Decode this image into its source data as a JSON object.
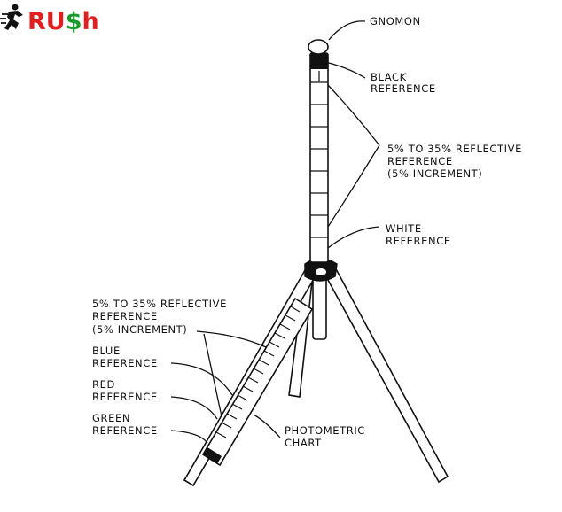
{
  "logo": {
    "text_part1": "RU",
    "text_part2": "$",
    "text_part3": "h",
    "colors": {
      "red": "#e02020",
      "green": "#1a9a2a",
      "icon": "#111111"
    },
    "icon": "running-figure-icon"
  },
  "labels": {
    "gnomon": "GNOMON",
    "black_ref": [
      "BLACK",
      "REFERENCE"
    ],
    "reflective_top": [
      "5% TO 35% REFLECTIVE",
      "REFERENCE",
      "(5% INCREMENT)"
    ],
    "white_ref": [
      "WHITE",
      "REFERENCE"
    ],
    "reflective_left": [
      "5% TO 35% REFLECTIVE",
      "REFERENCE",
      "(5% INCREMENT)"
    ],
    "blue_ref": [
      "BLUE",
      "REFERENCE"
    ],
    "red_ref": [
      "RED",
      "REFERENCE"
    ],
    "green_ref": [
      "GREEN",
      "REFERENCE"
    ],
    "photometric": [
      "PHOTOMETRIC",
      "CHART"
    ]
  }
}
